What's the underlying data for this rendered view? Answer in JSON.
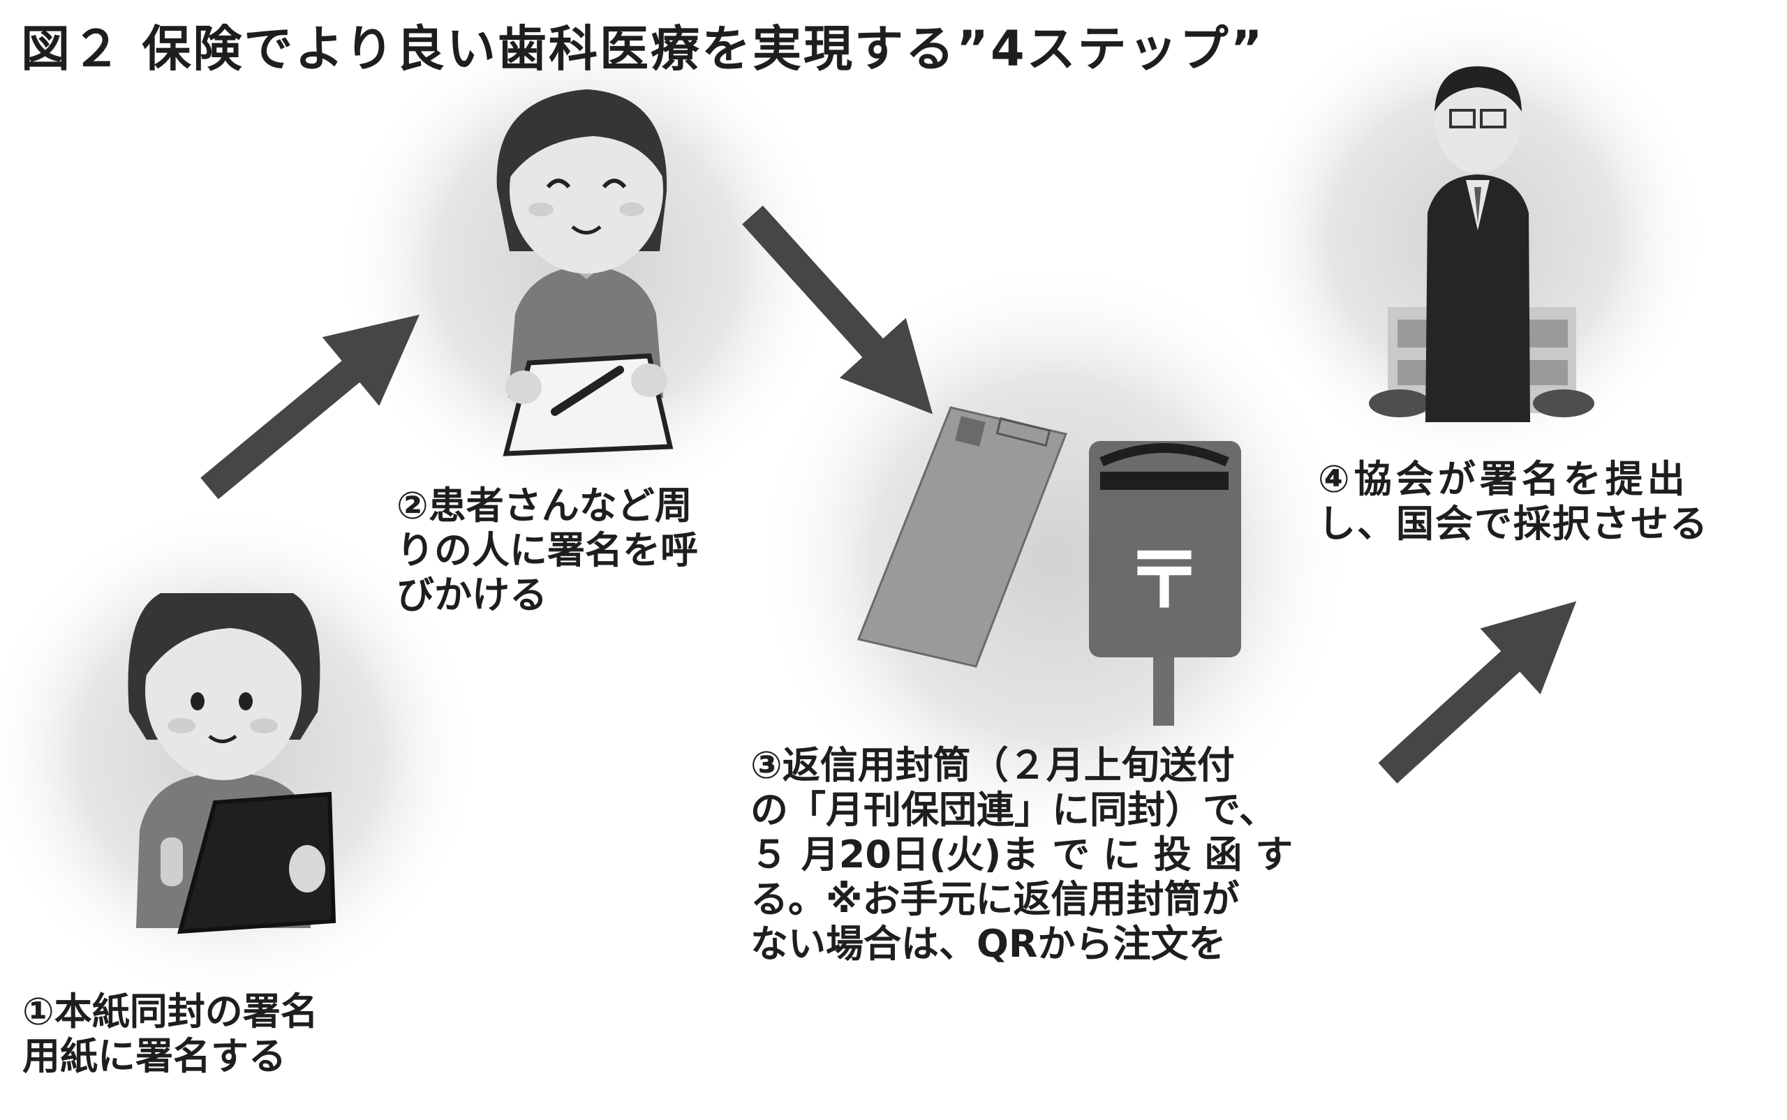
{
  "title": "図２ 保険でより良い歯科医療を実現する”4ステップ”",
  "steps": [
    {
      "lines": [
        "①本紙同封の署名",
        "用紙に署名する"
      ]
    },
    {
      "lines": [
        "②患者さんなど周",
        "りの人に署名を呼",
        "びかける"
      ]
    },
    {
      "lines": [
        "③返信用封筒（２月上旬送付",
        "の「月刊保団連」に同封）で、",
        "５ 月20日(火)ま で に 投 函 す",
        "る。※お手元に返信用封筒が",
        "ない場合は、QRから注文を"
      ]
    },
    {
      "lines": [
        "④協会が署名を提出",
        "し、国会で採択させる"
      ]
    }
  ],
  "postbox_mark": "〒",
  "colors": {
    "text": "#1e1e1e",
    "arrow": "#464646",
    "glow": "#d6d6d6"
  },
  "icons": [
    "woman-writing-tablet-icon",
    "smiling-woman-signing-icon",
    "postcard-icon",
    "postbox-icon",
    "politician-icon",
    "parliament-building-icon"
  ]
}
